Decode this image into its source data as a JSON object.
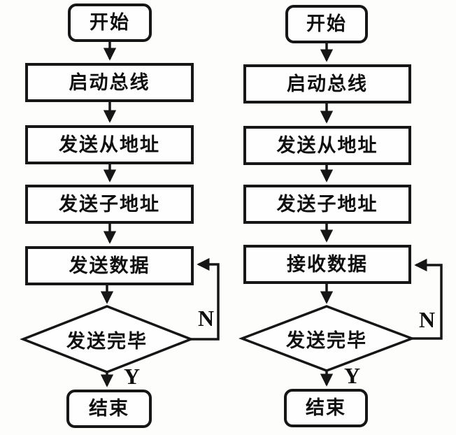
{
  "diagram": {
    "type": "flowchart-pair",
    "colors": {
      "line": "#161616",
      "background": "#fdfdfc",
      "node_fill": "#fefefe",
      "text": "#0f0f0f"
    },
    "charts": [
      {
        "id": "left-send-routine",
        "nodes": {
          "start": "开始",
          "step1": "启动总线",
          "step2": "发送从地址",
          "step3": "发送子地址",
          "step4": "发送数据",
          "decision": "发送完毕",
          "end": "结束"
        },
        "labels": {
          "no": "N",
          "yes": "Y"
        }
      },
      {
        "id": "right-receive-routine",
        "nodes": {
          "start": "开始",
          "step1": "启动总线",
          "step2": "发送从地址",
          "step3": "发送子地址",
          "step4": "接收数据",
          "decision": "发送完毕",
          "end": "结束"
        },
        "labels": {
          "no": "N",
          "yes": "Y"
        }
      }
    ]
  }
}
